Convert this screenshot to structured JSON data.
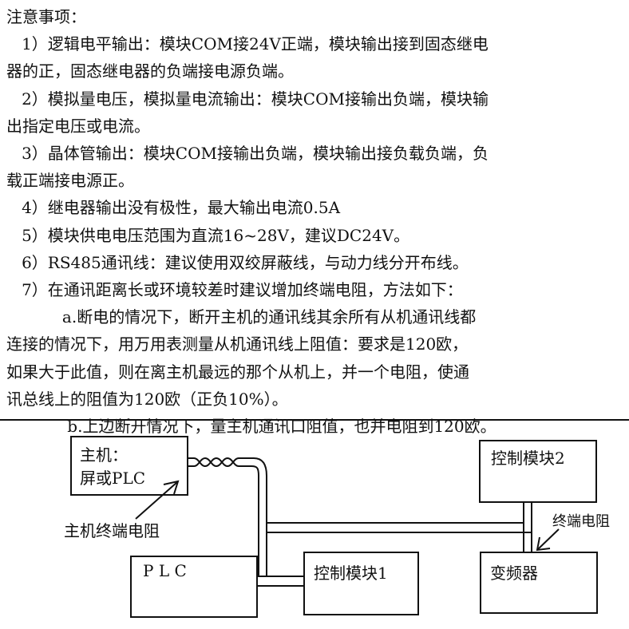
{
  "notes": {
    "title": "注意事项：",
    "lines": [
      "   1）逻辑电平输出：模块COM接24V正端，模块输出接到固态继电",
      "器的正，固态继电器的负端接电源负端。",
      "   2）模拟量电压，模拟量电流输出：模块COM接输出负端，模块输",
      "出指定电压或电流。",
      "   3）晶体管输出：模块COM接输出负端，模块输出接负载负端，负",
      "载正端接电源正。",
      "   4）继电器输出没有极性，最大输出电流0.5A",
      "   5）模块供电电压范围为直流16~28V，建议DC24V。",
      "   6）RS485通讯线：建议使用双绞屏蔽线，与动力线分开布线。",
      "   7）在通讯距离长或环境较差时建议增加终端电阻，方法如下：",
      "           a.断电的情况下，断开主机的通讯线其余所有从机通讯线都",
      "连接的情况下，用万用表测量从机通讯线上阻值：要求是120欧，",
      "如果大于此值，则在离主机最远的那个从机上，并一个电阻，使通",
      "讯总线上的阻值为120欧（正负10%）。",
      "            b.上边断开情况下，量主机通讯口阻值，也并电阻到120欧。"
    ]
  },
  "diagram": {
    "host_line1": "主机：",
    "host_line2": "屏或PLC",
    "host_term_label": "主机终端电阻",
    "plc": "P L C",
    "module1": "控制模块1",
    "module2": "控制模块2",
    "vfd": "变频器",
    "term_label": "终端电阻"
  }
}
